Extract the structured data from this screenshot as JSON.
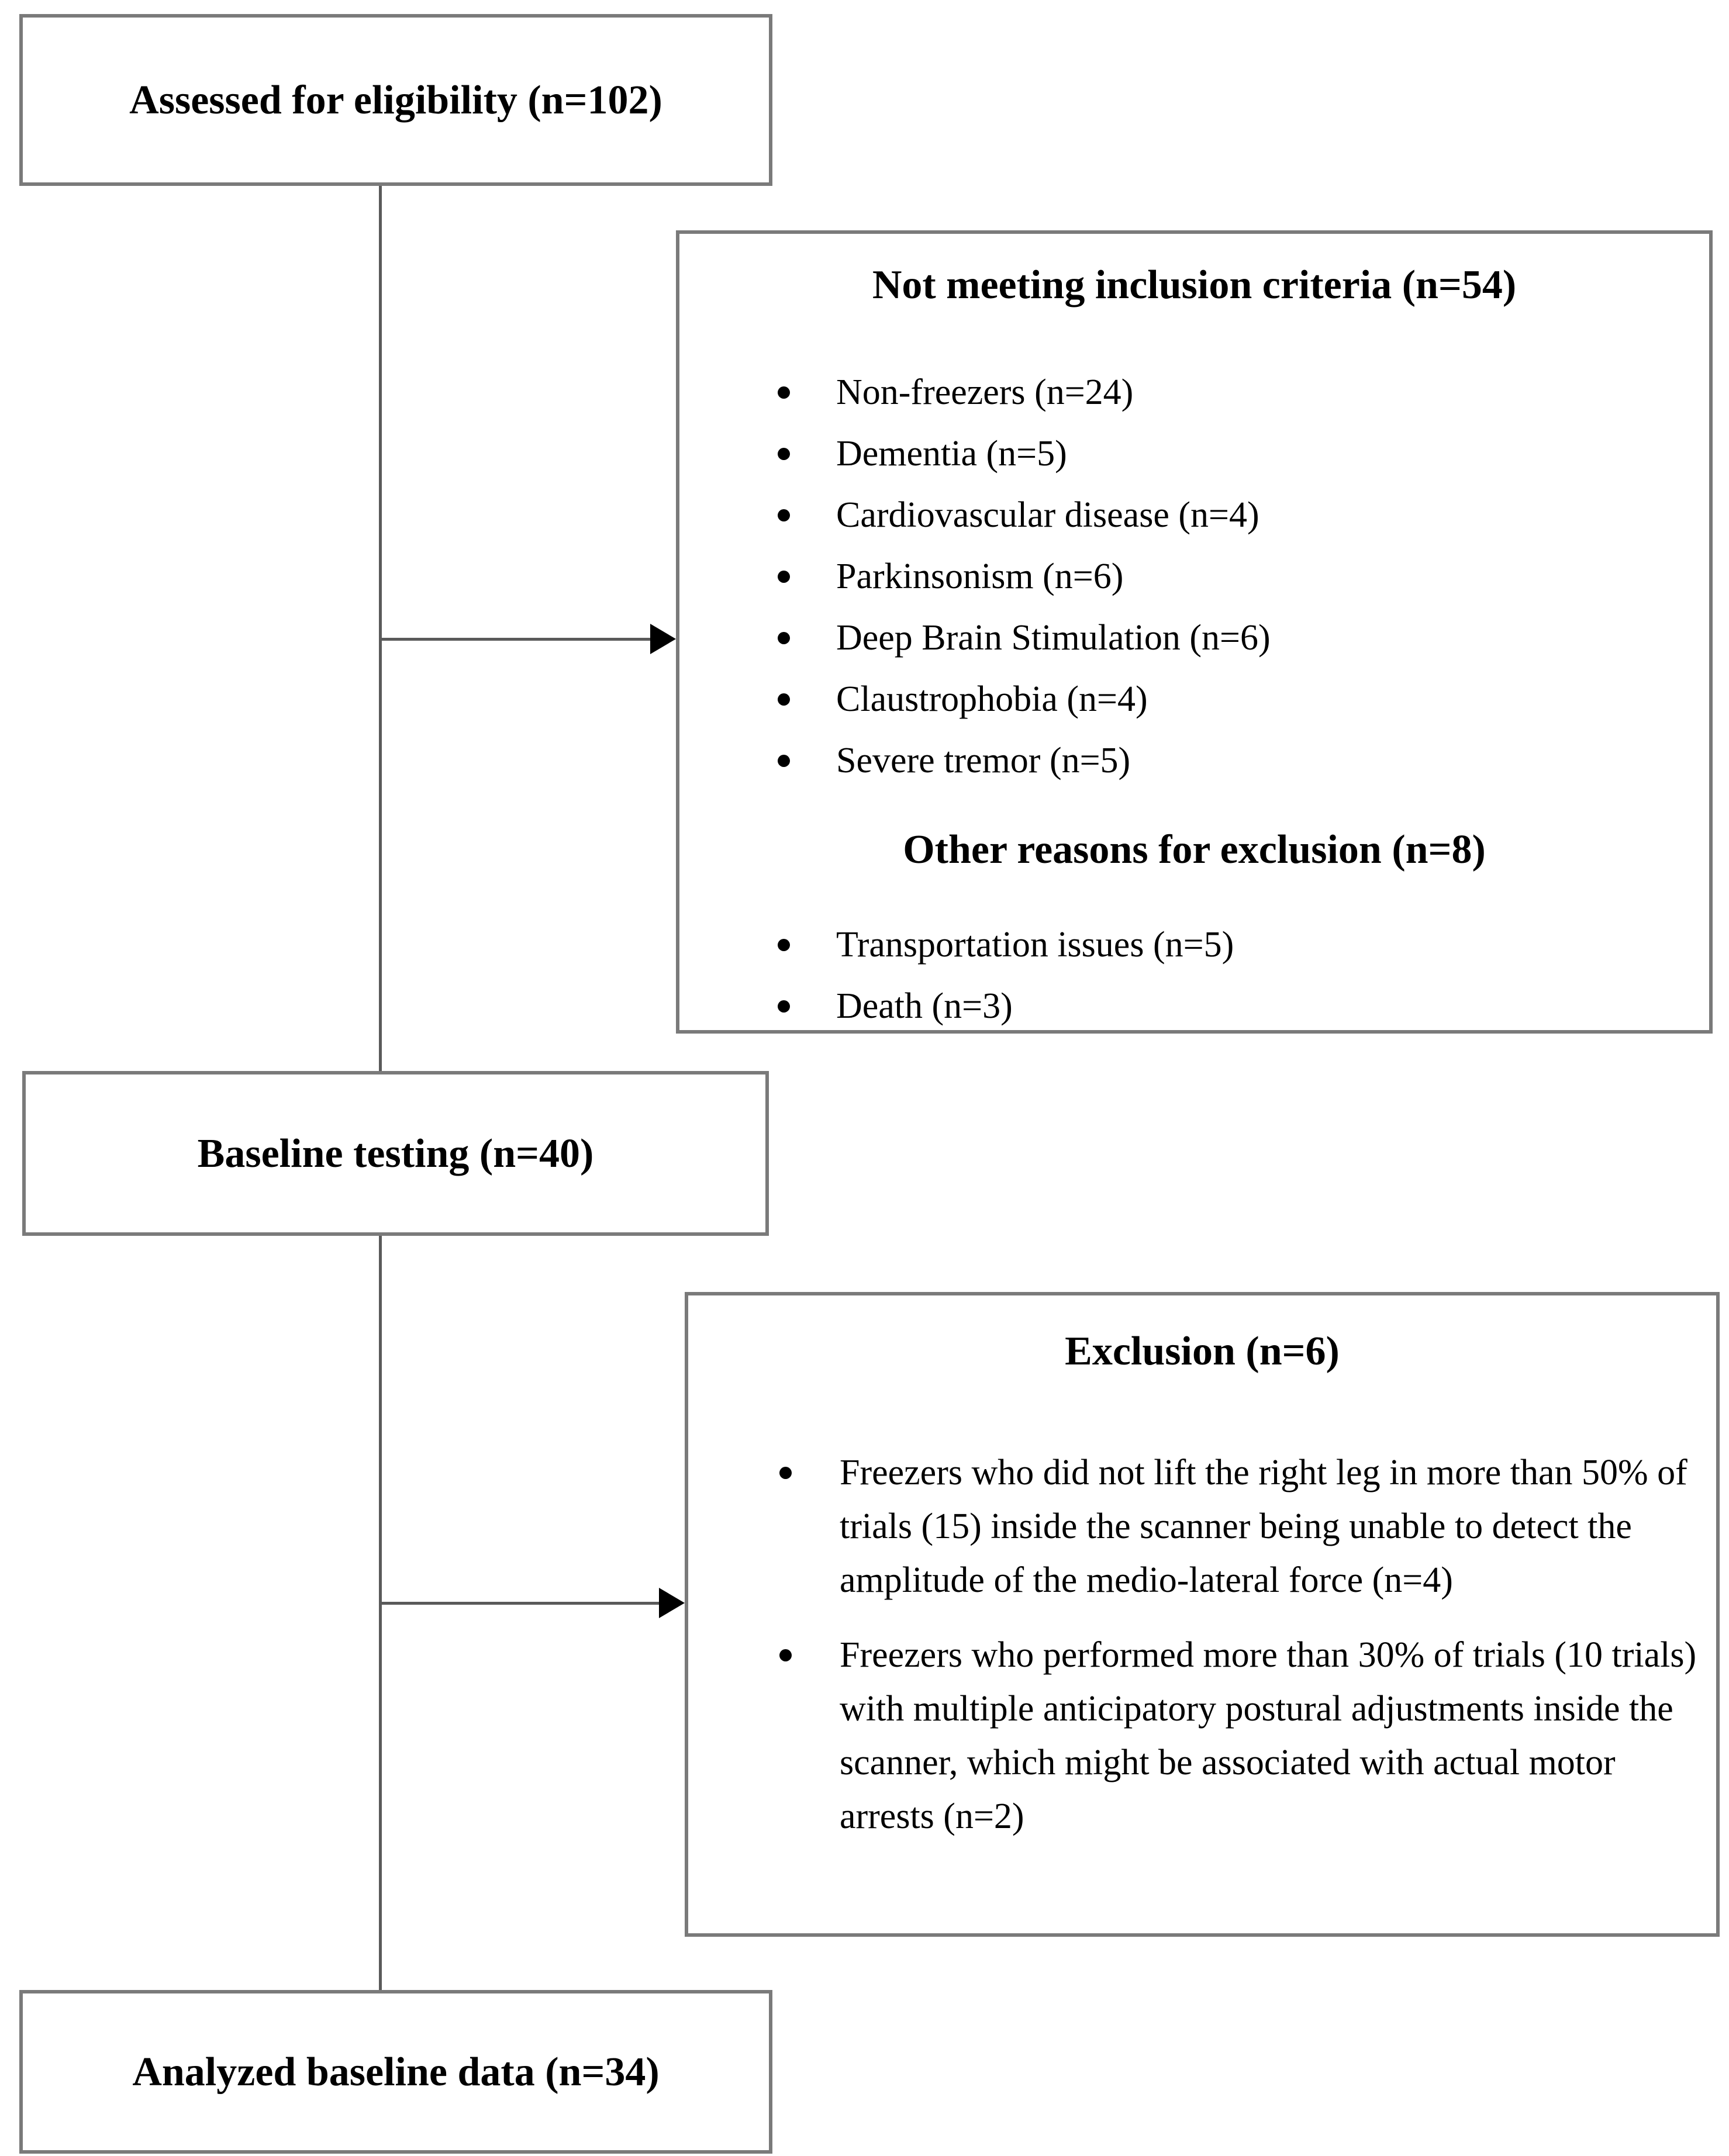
{
  "boxes": {
    "assessed": {
      "label": "Assessed for eligibility (n=102)"
    },
    "not_meeting": {
      "title": "Not meeting inclusion criteria (n=54)",
      "bullets": [
        "Non-freezers (n=24)",
        "Dementia (n=5)",
        "Cardiovascular disease (n=4)",
        "Parkinsonism (n=6)",
        "Deep Brain Stimulation (n=6)",
        "Claustrophobia (n=4)",
        "Severe tremor (n=5)"
      ],
      "subtitle": "Other reasons for exclusion (n=8)",
      "subtitle_bullets": [
        "Transportation issues (n=5)",
        "Death (n=3)"
      ]
    },
    "baseline": {
      "label": "Baseline testing (n=40)"
    },
    "exclusion": {
      "title": "Exclusion (n=6)",
      "bullets": [
        "Freezers who did not lift the right leg in more than 50% of trials (15) inside the scanner being unable to detect the amplitude of the medio-lateral force (n=4)",
        "Freezers who performed more than 30% of trials (10 trials) with multiple anticipatory postural adjustments inside the scanner, which might be associated with actual motor arrests (n=2)"
      ]
    },
    "analyzed": {
      "label": "Analyzed baseline data (n=34)"
    }
  },
  "colors": {
    "background": "#ffffff",
    "box_border": "#7a7a7a",
    "connector_line": "#5a5a5a",
    "arrowhead": "#000000",
    "text": "#000000"
  }
}
